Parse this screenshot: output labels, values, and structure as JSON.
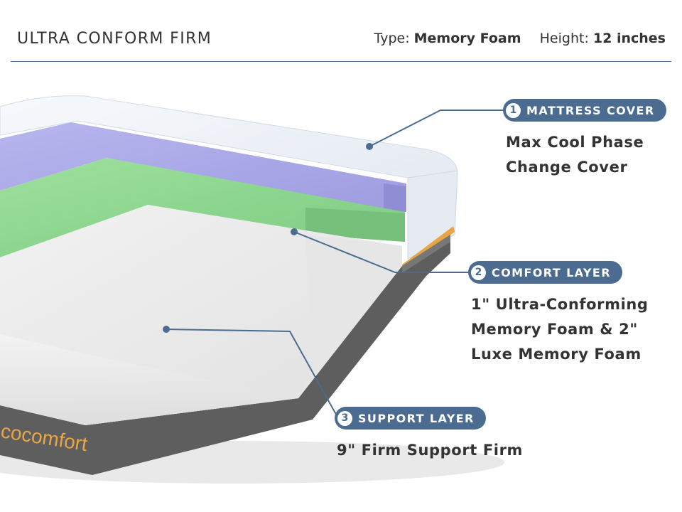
{
  "header": {
    "title": "ULTRA CONFORM FIRM",
    "type_label": "Type:",
    "type_value": "Memory Foam",
    "height_label": "Height:",
    "height_value": "12 inches"
  },
  "brand": {
    "logo_text": "cocomfort"
  },
  "colors": {
    "accent": "#4b6b90",
    "cover": "#eef2f7",
    "comfort_top": "#a9a9e6",
    "transition": "#8fd68f",
    "support": "#ececec",
    "base": "#5c5c5c",
    "trim": "#e9a545"
  },
  "callouts": [
    {
      "number": "1",
      "label": "MATTRESS COVER",
      "description": [
        "Max Cool Phase",
        "Change Cover"
      ]
    },
    {
      "number": "2",
      "label": "COMFORT LAYER",
      "description": [
        "1\" Ultra-Conforming",
        "Memory Foam & 2\"",
        "Luxe Memory Foam"
      ]
    },
    {
      "number": "3",
      "label": "SUPPORT LAYER",
      "description": [
        "9\" Firm Support Firm"
      ]
    }
  ]
}
